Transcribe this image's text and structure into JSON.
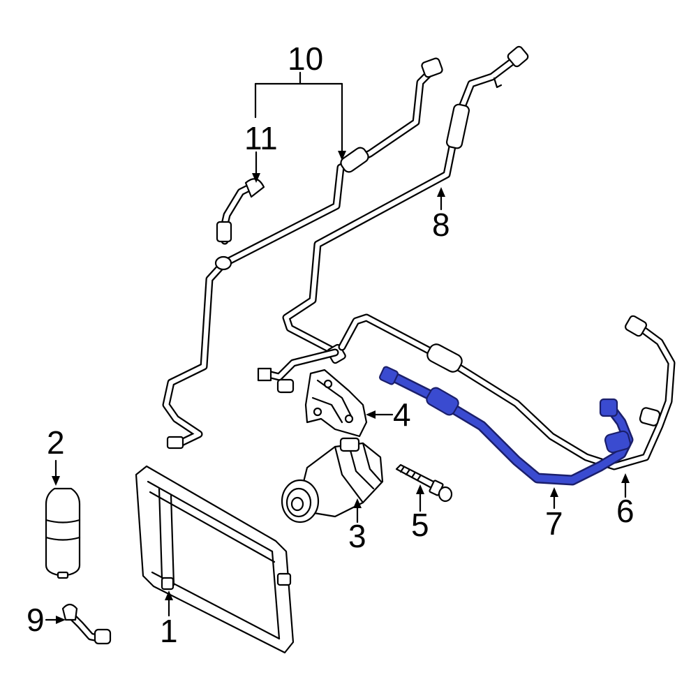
{
  "callouts": {
    "c1": "1",
    "c2": "2",
    "c3": "3",
    "c4": "4",
    "c5": "5",
    "c6": "6",
    "c7": "7",
    "c8": "8",
    "c9": "9",
    "c10": "10",
    "c11": "11"
  },
  "colors": {
    "highlight": "#3a4bd0",
    "highlight_outline": "#1b1f6b",
    "line": "#000000",
    "background": "#ffffff"
  },
  "highlighted_part": "7"
}
